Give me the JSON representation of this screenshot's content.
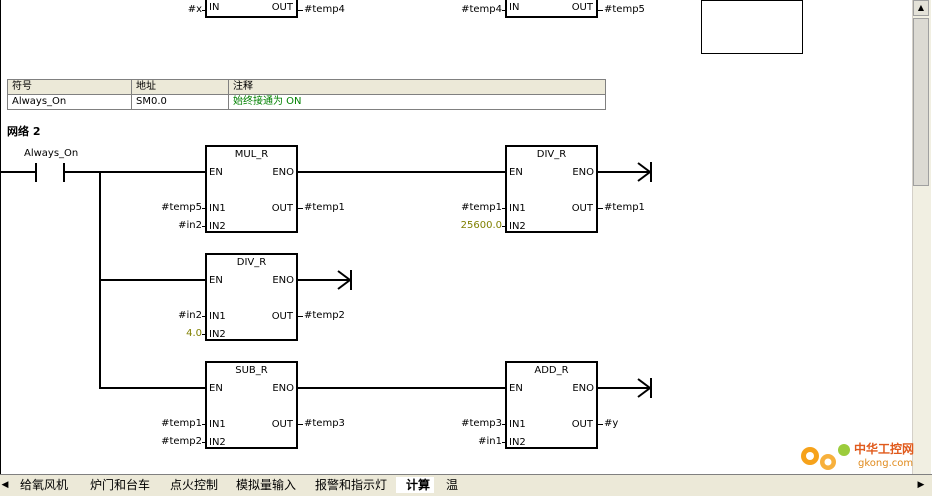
{
  "top_row": {
    "box1": {
      "in_label": "#x",
      "in_pin": "IN",
      "out_pin": "OUT",
      "out_label": "#temp4"
    },
    "box2": {
      "in_label": "#temp4",
      "in_pin": "IN",
      "out_pin": "OUT",
      "out_label": "#temp5"
    }
  },
  "symbol_table": {
    "headers": [
      "符号",
      "地址",
      "注释"
    ],
    "rows": [
      [
        "Always_On",
        "SM0.0",
        "始终接通为 ON"
      ]
    ]
  },
  "network": {
    "title": "网络 2",
    "contact_label": "Always_On",
    "blocks": {
      "mul_r": {
        "title": "MUL_R",
        "en": "EN",
        "eno": "ENO",
        "in1_pin": "IN1",
        "in2_pin": "IN2",
        "out_pin": "OUT",
        "in1": "#temp5",
        "in2": "#in2",
        "out": "#temp1"
      },
      "div_r1": {
        "title": "DIV_R",
        "en": "EN",
        "eno": "ENO",
        "in1_pin": "IN1",
        "in2_pin": "IN2",
        "out_pin": "OUT",
        "in1": "#temp1",
        "in2": "25600.0",
        "out": "#temp1"
      },
      "div_r2": {
        "title": "DIV_R",
        "en": "EN",
        "eno": "ENO",
        "in1_pin": "IN1",
        "in2_pin": "IN2",
        "out_pin": "OUT",
        "in1": "#in2",
        "in2": "4.0",
        "out": "#temp2"
      },
      "sub_r": {
        "title": "SUB_R",
        "en": "EN",
        "eno": "ENO",
        "in1_pin": "IN1",
        "in2_pin": "IN2",
        "out_pin": "OUT",
        "in1": "#temp1",
        "in2": "#temp2",
        "out": "#temp3"
      },
      "add_r": {
        "title": "ADD_R",
        "en": "EN",
        "eno": "ENO",
        "in1_pin": "IN1",
        "in2_pin": "IN2",
        "out_pin": "OUT",
        "in1": "#temp3",
        "in2": "#in1",
        "out": "#y"
      }
    }
  },
  "tabs": [
    {
      "label": "给氧风机"
    },
    {
      "label": "炉门和台车"
    },
    {
      "label": "点火控制"
    },
    {
      "label": "模拟量输入"
    },
    {
      "label": "报警和指示灯"
    },
    {
      "label": "计算",
      "active": true
    },
    {
      "label": "温"
    }
  ],
  "watermark": {
    "brand": "中华工控网",
    "url": "gkong.com"
  }
}
